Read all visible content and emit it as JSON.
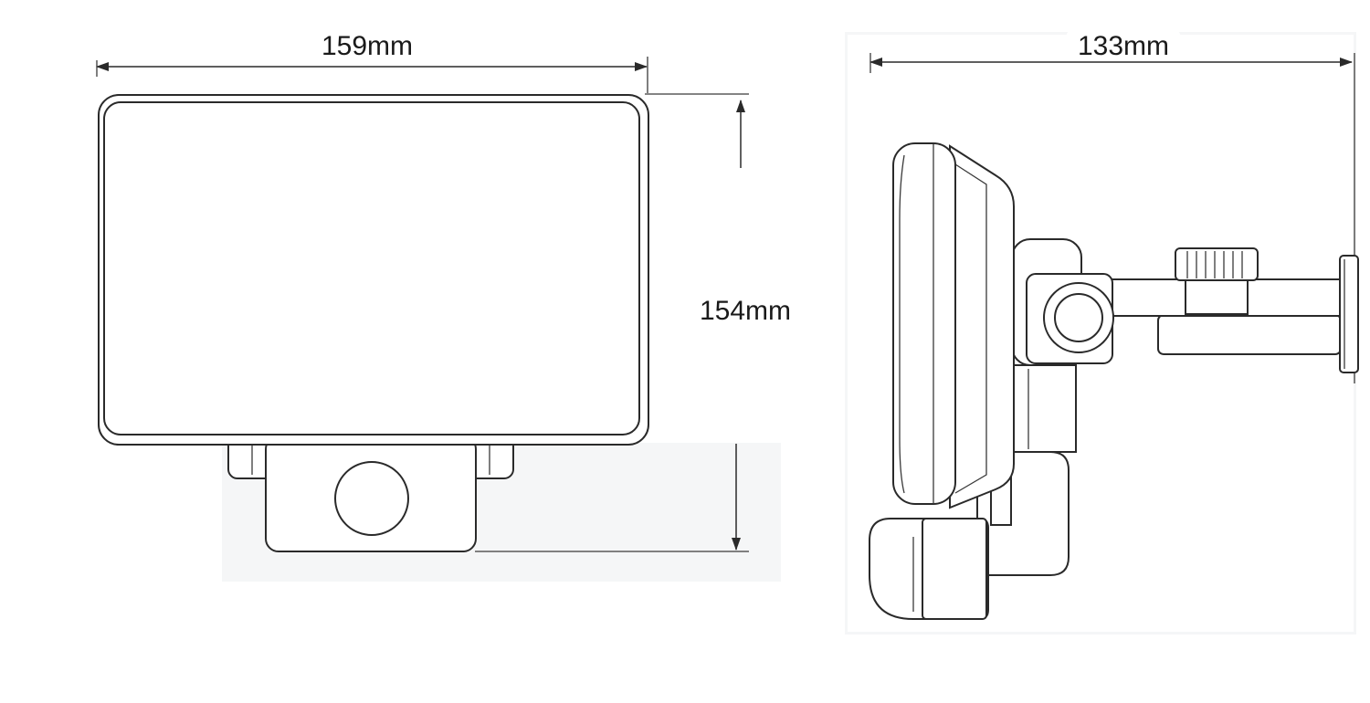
{
  "dimensions": {
    "width_label": "159mm",
    "height_label": "154mm",
    "depth_label": "133mm"
  },
  "colors": {
    "line": "#2a2a2a",
    "text": "#1a1a1a",
    "background": "#ffffff",
    "panel_shade": "#f5f6f7"
  }
}
